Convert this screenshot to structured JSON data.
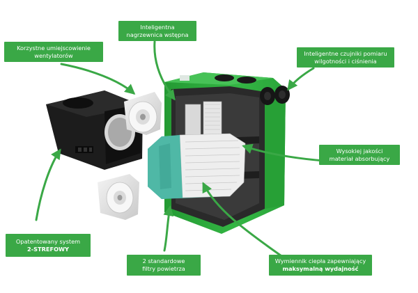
{
  "callouts": {
    "fan_placement": {
      "line1": "Korzystne umiejscowienie",
      "line2": "wentylatorów"
    },
    "preheater": {
      "line1": "Inteligentna",
      "line2": "nagrzewnica wstępna"
    },
    "sensors": {
      "line1": "Inteligentne czujniki pomiaru",
      "line2": "wilgotności i ciśnienia"
    },
    "absorbing_material": {
      "line1": "Wysokiej jakości",
      "line2": "materiał absorbujący"
    },
    "two_zone_system": {
      "line1": "Opatentowany system",
      "line2": "2-STREFOWY"
    },
    "air_filters": {
      "line1": "2 standardowe",
      "line2": "filtry powietrza"
    },
    "heat_exchanger": {
      "line1": "Wymiennik ciepła zapewniający",
      "line2": "maksymalną wydajność"
    }
  },
  "colors": {
    "callout_green": "#3aa846",
    "housing_green": "#2fae3e",
    "exchanger_teal": "#4fb8a6",
    "dark_part": "#1c1c1c",
    "arrow_green": "#3aa846"
  }
}
